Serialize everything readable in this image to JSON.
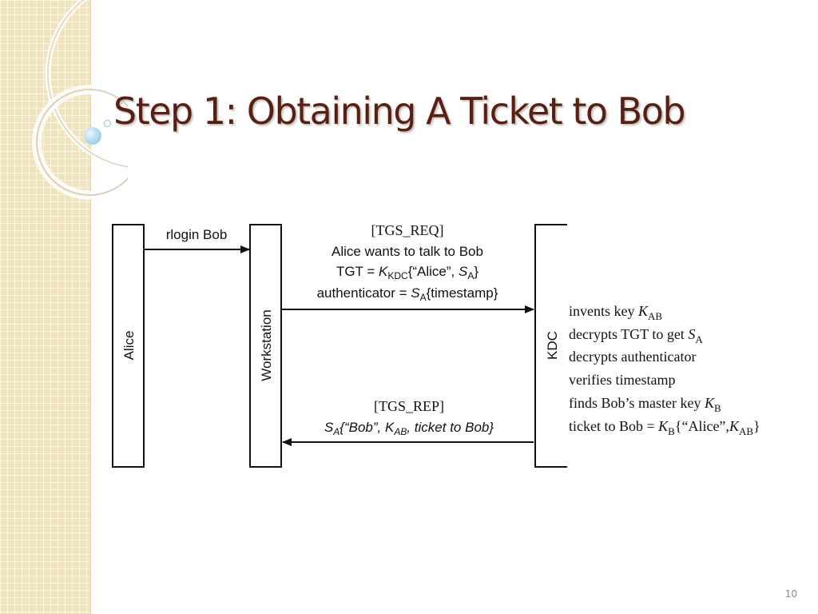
{
  "slide": {
    "title": "Step 1: Obtaining A Ticket to Bob",
    "page_number": "10"
  },
  "diagram": {
    "actors": {
      "alice": "Alice",
      "workstation": "Workstation",
      "kdc": "KDC"
    },
    "alice_to_workstation": "rlogin Bob",
    "request": {
      "title": "[TGS_REQ]",
      "line1": "Alice wants to talk to Bob",
      "tgt_prefix": "TGT = ",
      "tgt_k": "K",
      "tgt_k_sub": "KDC",
      "tgt_mid": "{“Alice”, ",
      "tgt_s": "S",
      "tgt_s_sub": "A",
      "tgt_end": "}",
      "auth_prefix": "authenticator = ",
      "auth_s": "S",
      "auth_s_sub": "A",
      "auth_end": "{timestamp}"
    },
    "kdc_actions": {
      "line1": "invents key ",
      "line1_k": "K",
      "line1_k_sub": "AB",
      "line2": "decrypts TGT to get ",
      "line2_s": "S",
      "line2_s_sub": "A",
      "line3": "decrypts authenticator",
      "line4": "verifies timestamp",
      "line5": "finds Bob’s master key ",
      "line5_k": "K",
      "line5_k_sub": "B",
      "line6": "ticket to Bob = ",
      "line6_k": "K",
      "line6_k_sub": "B",
      "line6_mid": "{“Alice”,",
      "line6_k2": "K",
      "line6_k2_sub": "AB",
      "line6_end": "}"
    },
    "reply": {
      "title": "[TGS_REP]",
      "s": "S",
      "s_sub": "A",
      "body": "{“Bob”, ",
      "k": "K",
      "k_sub": "AB",
      "end": ", ticket to Bob}"
    }
  }
}
